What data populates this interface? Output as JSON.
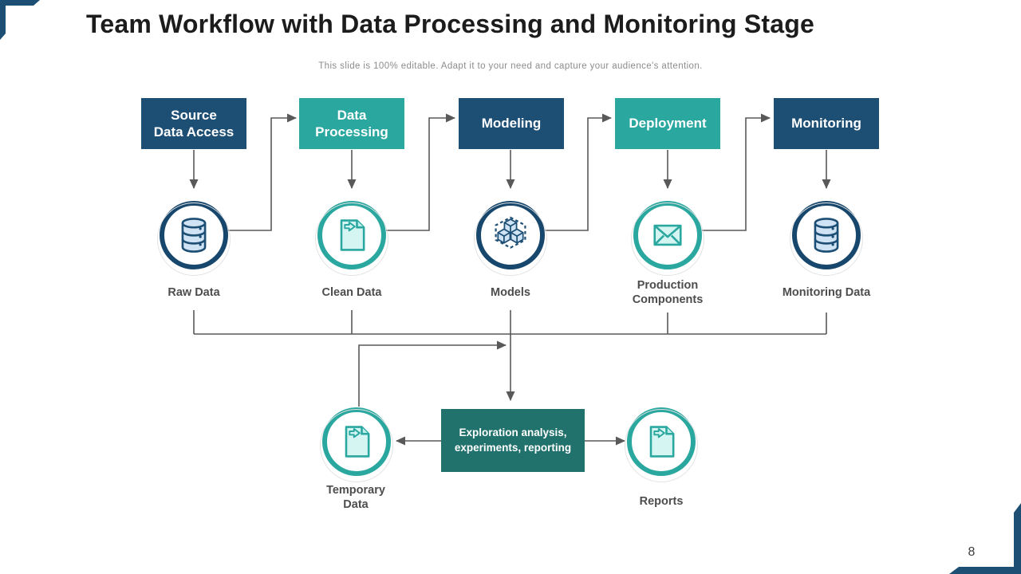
{
  "slide": {
    "title": "Team Workflow with Data Processing and Monitoring Stage",
    "subtitle": "This slide is 100% editable. Adapt it to your need and capture your audience's attention.",
    "page_number": "8"
  },
  "colors": {
    "dark_blue": "#1D4E74",
    "teal": "#2AA79F",
    "dark_teal": "#21716D",
    "connector_gray": "#595959",
    "light_blue_fill": "#CFE3F5",
    "light_teal_fill": "#D5F5F3"
  },
  "stages": [
    {
      "label": "Source\nData Access",
      "style": "dark",
      "icon": "database-icon",
      "output_label": "Raw Data"
    },
    {
      "label": "Data\nProcessing",
      "style": "teal",
      "icon": "document-icon",
      "output_label": "Clean Data"
    },
    {
      "label": "Modeling",
      "style": "dark",
      "icon": "cubes-icon",
      "output_label": "Models"
    },
    {
      "label": "Deployment",
      "style": "teal",
      "icon": "envelope-icon",
      "output_label": "Production\nComponents"
    },
    {
      "label": "Monitoring",
      "style": "dark",
      "icon": "database-icon",
      "output_label": "Monitoring Data"
    }
  ],
  "bottom": {
    "temporary_data_label": "Temporary\nData",
    "exploration_box_label": "Exploration analysis,\nexperiments, reporting",
    "reports_label": "Reports"
  }
}
